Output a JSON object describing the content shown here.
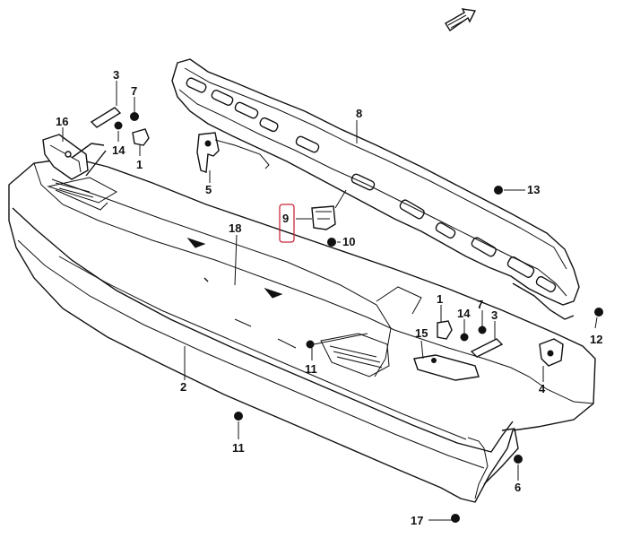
{
  "callouts": [
    "1",
    "2",
    "3",
    "4",
    "5",
    "6",
    "7",
    "8",
    "9",
    "10",
    "11",
    "12",
    "13",
    "14",
    "15",
    "16",
    "17",
    "18"
  ],
  "highlighted": "9",
  "colors": {
    "line": "#111111",
    "highlight": "#c8283c",
    "background": "#ffffff"
  }
}
